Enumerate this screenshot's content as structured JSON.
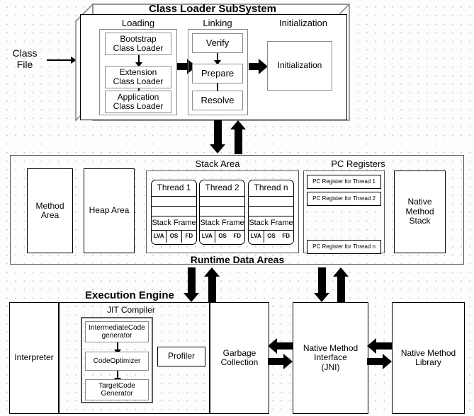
{
  "diagram": {
    "title": "JVM Architecture Diagram",
    "input": {
      "label": "Class\nFile",
      "label_line1": "Class",
      "label_line2": "File"
    }
  },
  "class_loader": {
    "title": "Class Loader SubSystem",
    "loading": {
      "title": "Loading",
      "items": [
        {
          "line1": "Bootstrap",
          "line2": "Class Loader"
        },
        {
          "line1": "Extension",
          "line2": "Class Loader"
        },
        {
          "line1": "Application",
          "line2": "Class Loader"
        }
      ]
    },
    "linking": {
      "title": "Linking",
      "items": [
        {
          "label": "Verify"
        },
        {
          "label": "Prepare"
        },
        {
          "label": "Resolve"
        }
      ]
    },
    "initialization": {
      "title": "Initialization",
      "box_label": "Initialization"
    }
  },
  "runtime_data_areas": {
    "title": "Runtime Data Areas",
    "method_area": {
      "line1": "Method",
      "line2": "Area"
    },
    "heap_area": {
      "label": "Heap Area"
    },
    "stack_area": {
      "title": "Stack Area",
      "threads": [
        {
          "name": "Thread 1",
          "frame_label": "Stack Frame",
          "cells": [
            "LVA",
            "OS",
            "FD"
          ]
        },
        {
          "name": "Thread 2",
          "frame_label": "Stack Frame",
          "cells": [
            "LVA",
            "OS",
            "FD"
          ]
        },
        {
          "name": "Thread n",
          "frame_label": "Stack Frame",
          "cells": [
            "LVA",
            "OS",
            "FD"
          ]
        }
      ]
    },
    "pc_registers": {
      "title": "PC Registers",
      "items": [
        "PC Register for Thread 1",
        "PC Register for Thread 2",
        "PC Register for Thread n"
      ]
    },
    "native_method_stack": {
      "line1": "Native",
      "line2": "Method",
      "line3": "Stack"
    }
  },
  "execution_engine": {
    "title": "Execution Engine",
    "interpreter": {
      "label": "Interpreter"
    },
    "jit_compiler": {
      "title": "JIT Compiler",
      "stages": [
        {
          "line1": "IntermediateCode",
          "line2": "generator"
        },
        {
          "line1": "CodeOptimizer",
          "line2": ""
        },
        {
          "line1": "TargetCode",
          "line2": "Generator"
        }
      ],
      "profiler": {
        "label": "Profiler"
      }
    },
    "garbage_collection": {
      "line1": "Garbage",
      "line2": "Collection"
    }
  },
  "native": {
    "interface": {
      "line1": "Native Method",
      "line2": "Interface",
      "line3": "(JNI)"
    },
    "library": {
      "line1": "Native Method",
      "line2": "Library"
    }
  },
  "colors": {
    "stroke": "#000000",
    "gray_stroke": "#8a8a8a",
    "background": "#fdfdfd",
    "grid_dot": "#b9b9c9"
  }
}
